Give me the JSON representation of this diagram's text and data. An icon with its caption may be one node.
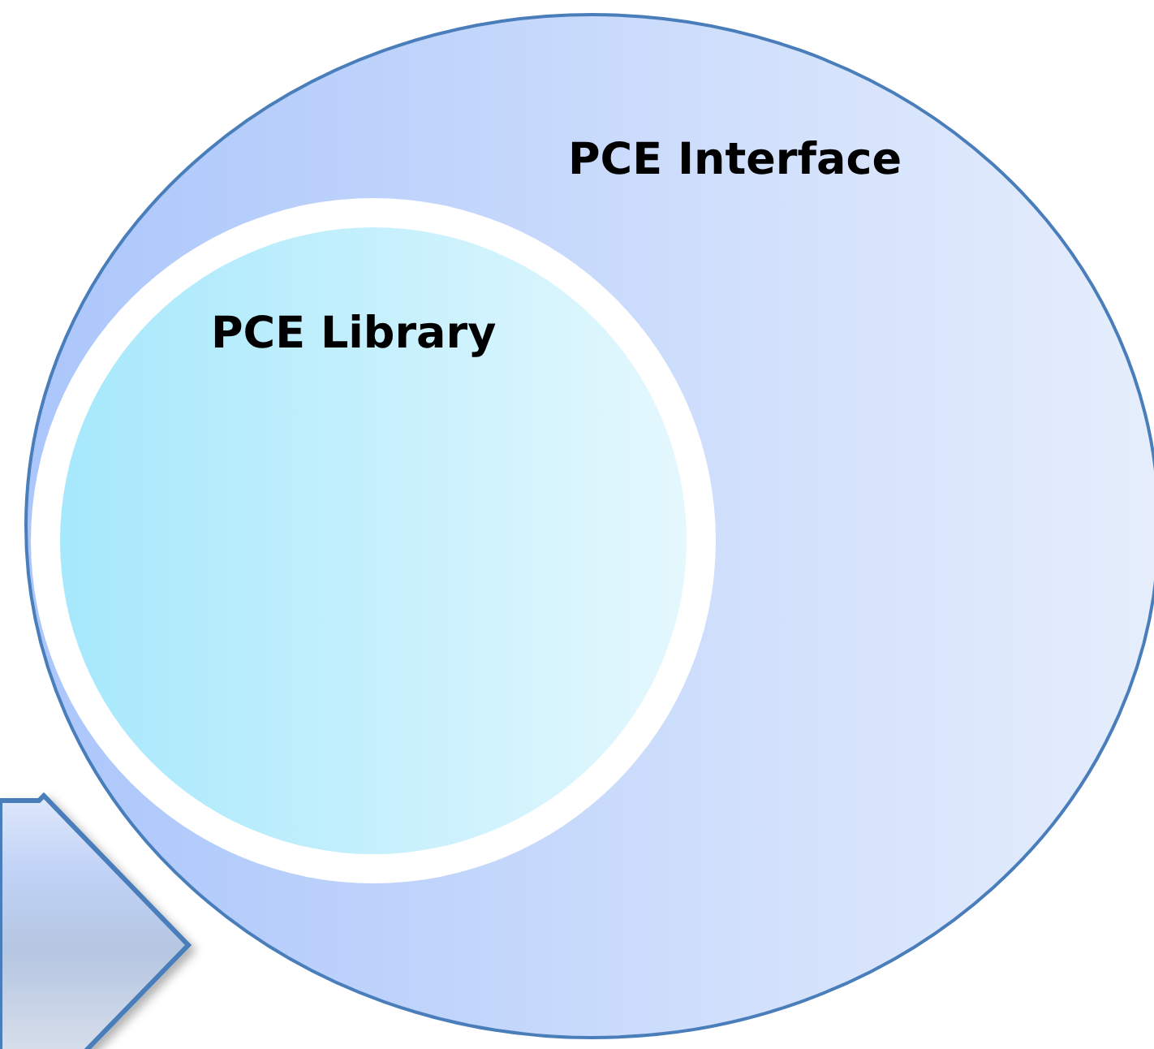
{
  "diagram": {
    "nodes": [
      {
        "text": [
          "PCE Interface"
        ]
      },
      {
        "text": [
          "PCE Library"
        ],
        "in": 0
      },
      {
        "text": [],
        "shape": "pentagon"
      }
    ]
  }
}
